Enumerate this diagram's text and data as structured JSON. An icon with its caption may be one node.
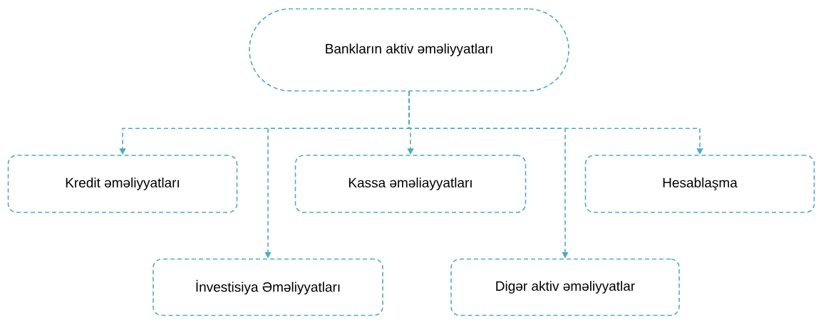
{
  "diagram": {
    "nodes": [
      {
        "text": [
          "Bankların aktiv əməliyyatları"
        ]
      },
      {
        "text": [
          "Kredit əməliyyatları"
        ]
      },
      {
        "text": [
          "Kassa əməliayyatları"
        ]
      },
      {
        "text": [
          "Hesablaşma"
        ]
      },
      {
        "text": [
          "İnvestisiya Əməliyyatları"
        ]
      },
      {
        "text": [
          "Digər aktiv əməliyyatlar"
        ]
      }
    ],
    "edges": [
      {
        "from": 0,
        "to": 1,
        "arrow": "to"
      },
      {
        "from": 0,
        "to": 4,
        "arrow": "to"
      },
      {
        "from": 0,
        "to": 2,
        "arrow": "to"
      },
      {
        "from": 0,
        "to": 5,
        "arrow": "to"
      },
      {
        "from": 0,
        "to": 3,
        "arrow": "to"
      }
    ]
  }
}
